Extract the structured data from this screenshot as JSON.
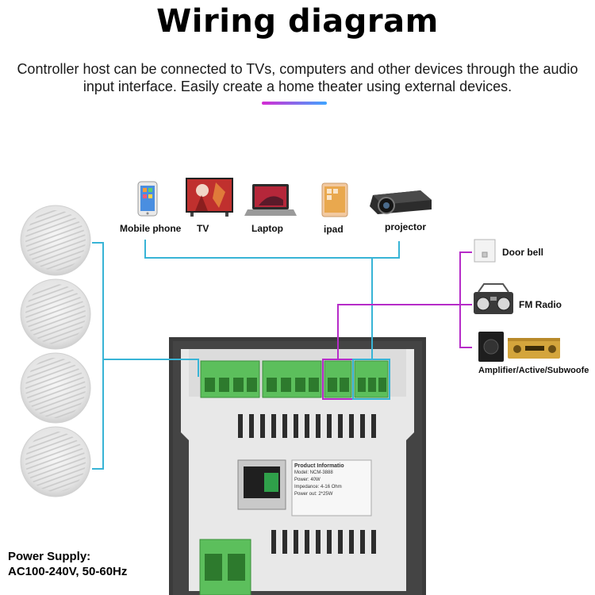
{
  "header": {
    "title": "Wiring diagram",
    "subtitle": "Controller host can be connected to TVs, computers and other devices through the audio input interface. Easily create a home theater using external devices."
  },
  "sources": [
    {
      "label": "Mobile phone",
      "icon": "mobile-phone-icon"
    },
    {
      "label": "TV",
      "icon": "tv-icon"
    },
    {
      "label": "Laptop",
      "icon": "laptop-icon"
    },
    {
      "label": "ipad",
      "icon": "tablet-icon"
    },
    {
      "label": "projector",
      "icon": "projector-icon"
    }
  ],
  "outputs": [
    {
      "label": "Door bell",
      "icon": "doorbell-icon"
    },
    {
      "label": "FM Radio",
      "icon": "radio-icon"
    },
    {
      "label": "Amplifier/Active/Subwoofe",
      "icon": "amplifier-icon"
    }
  ],
  "speakers": {
    "count": 4,
    "icon": "ceiling-speaker-icon"
  },
  "controller": {
    "icon": "controller-host-icon",
    "product_label": [
      "Product Informatio",
      "Model: NCM-3888",
      "Power: 40W",
      "Impedance: 4-16 Ohm",
      "Power out: 2*25W"
    ]
  },
  "power": {
    "line1": "Power Supply:",
    "line2": "AC100-240V, 50-60Hz"
  },
  "colors": {
    "line_cyan": "#38b4d6",
    "line_purple": "#b62cc8",
    "terminal_green": "#5cbf5c",
    "accent_start": "#d52bd3",
    "accent_end": "#3ea5ff"
  }
}
